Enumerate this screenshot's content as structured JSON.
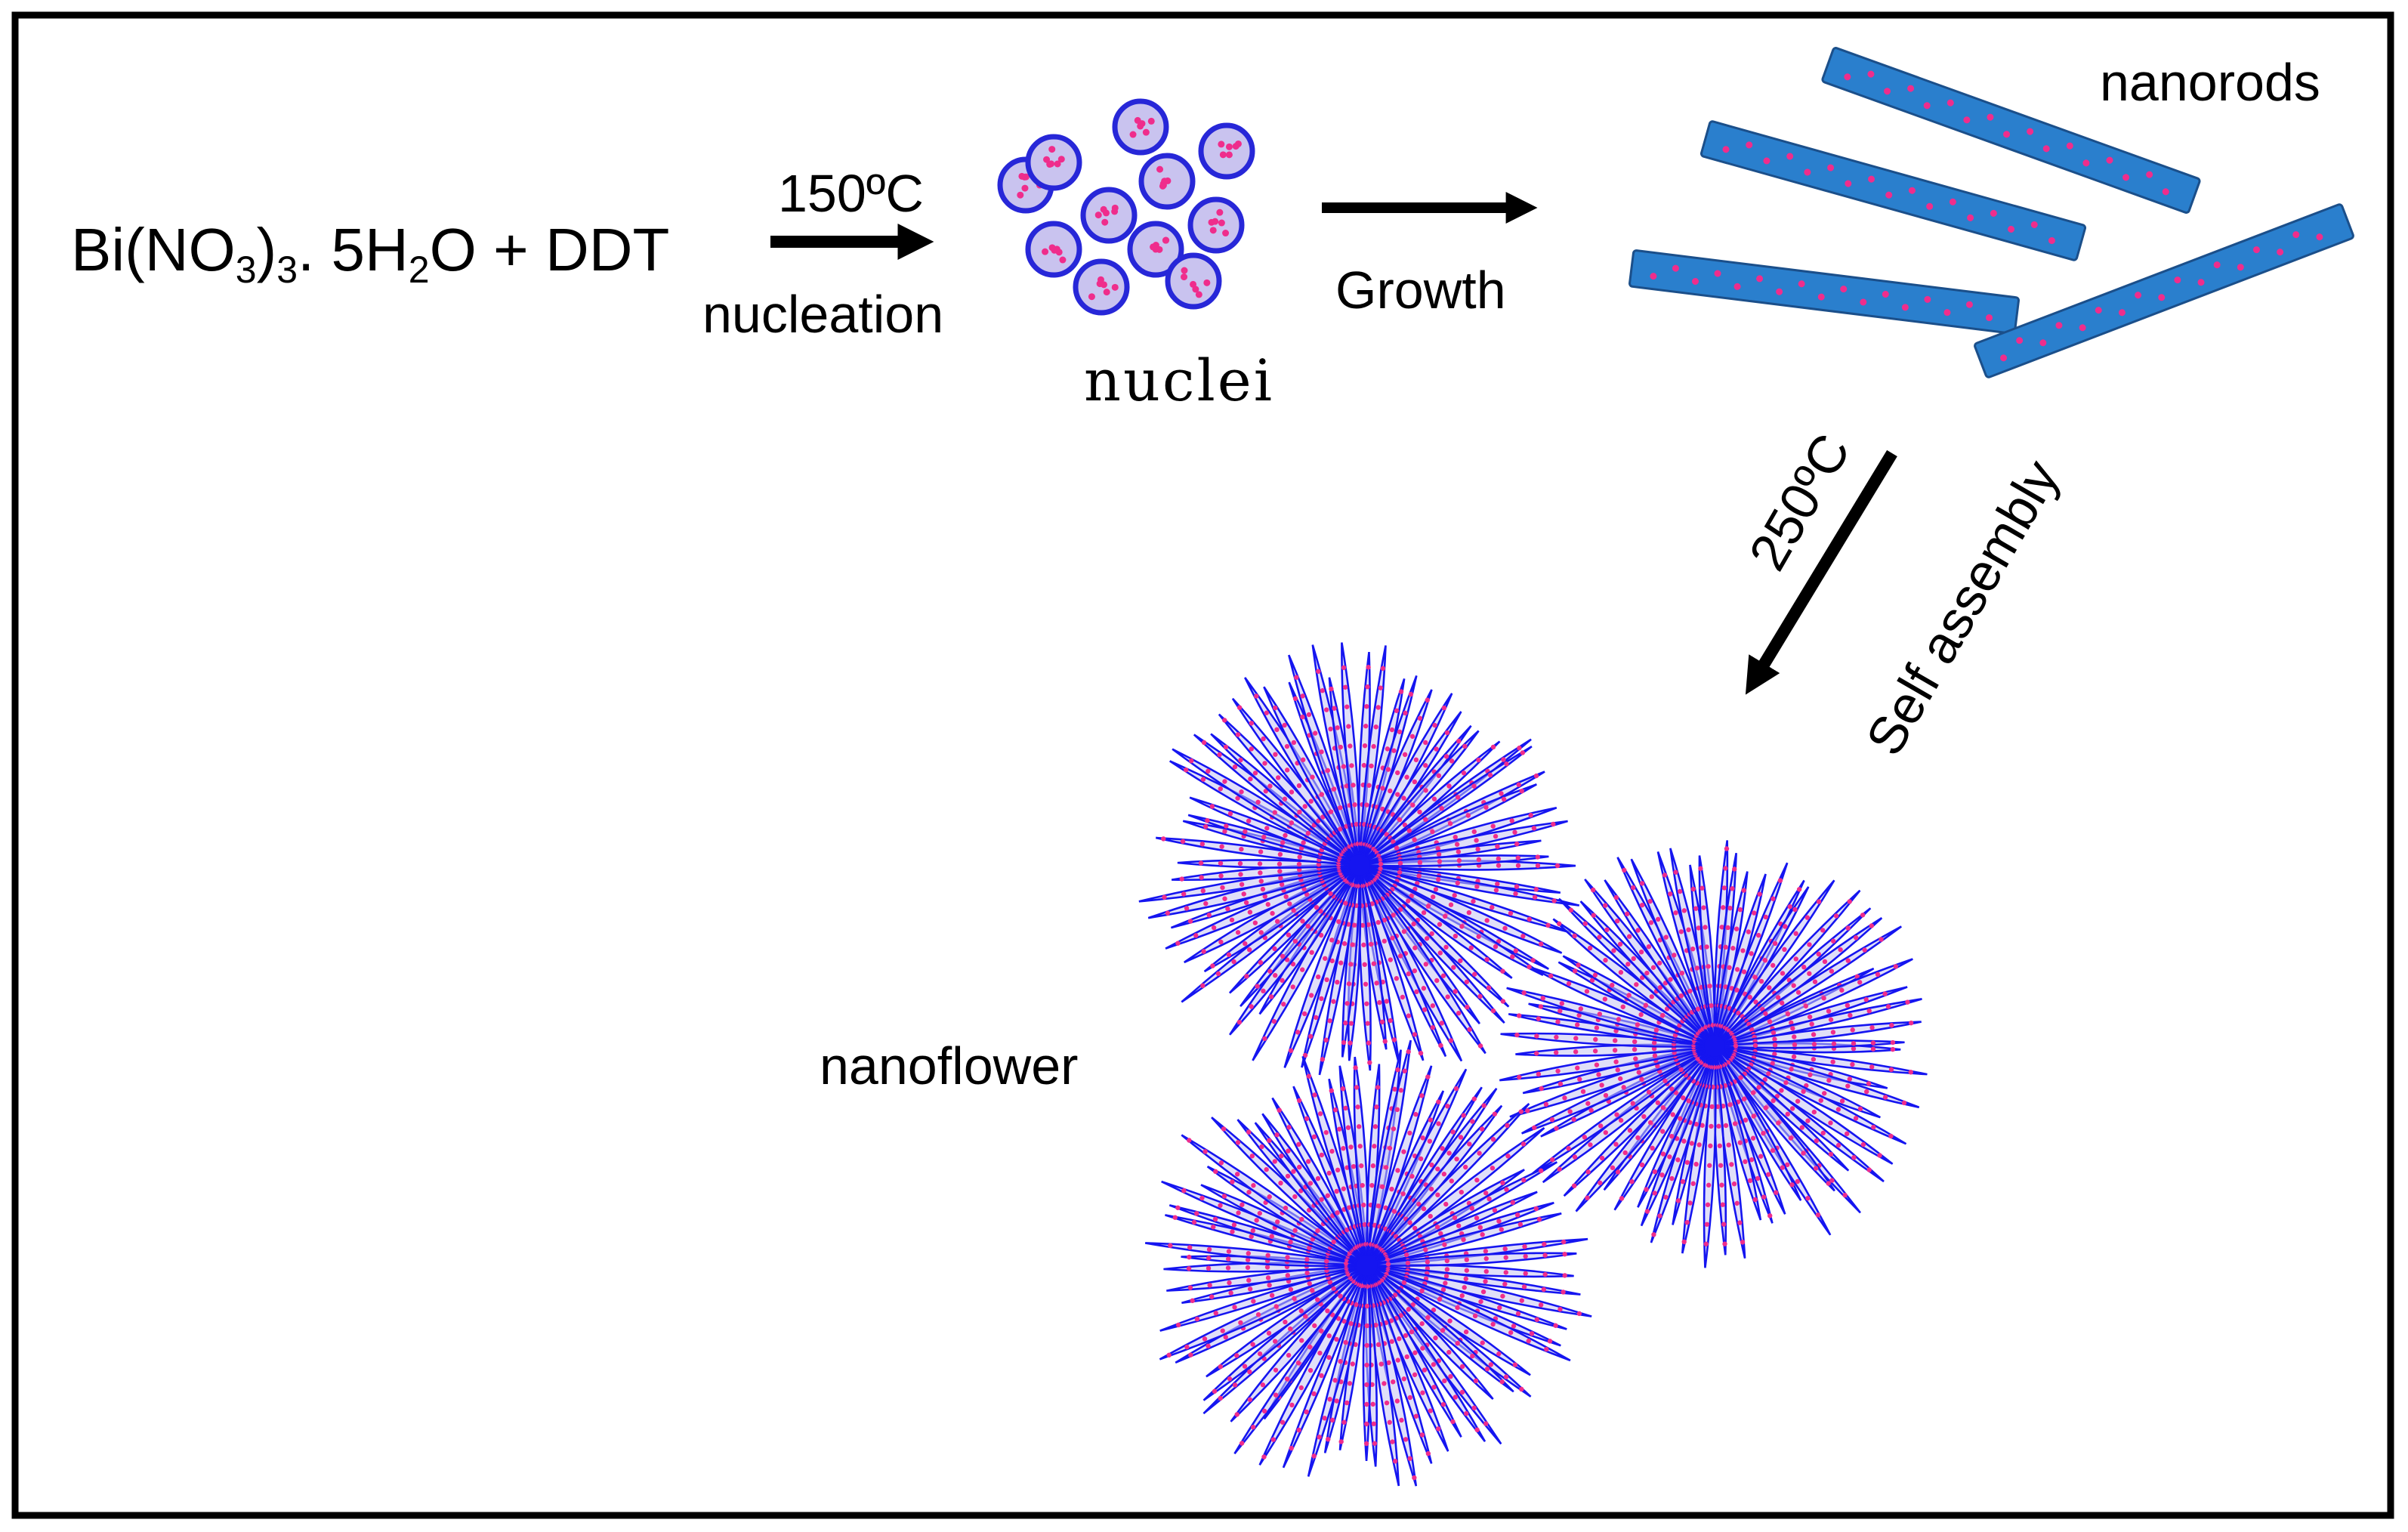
{
  "reaction": {
    "bi": "Bi(NO",
    "sub3a": "3",
    "close": ")",
    "sub3b": "3",
    "water_prefix": ". 5H",
    "sub2": "2",
    "water_suffix": "O + DDT"
  },
  "step1": {
    "temperature": "150ºC",
    "label": "nucleation"
  },
  "nuclei_label": "nuclei",
  "step2_label": "Growth",
  "nanorods_label": "nanorods",
  "step3": {
    "temperature": "250ºC",
    "label": "Self assembly"
  },
  "nanoflower_label": "nanoflower",
  "colors": {
    "frame": "#000000",
    "nucleus_fill": "#c9c3ef",
    "nucleus_stroke": "#2727d8",
    "dot": "#ef2d8c",
    "rod_fill": "#2a7fcd",
    "rod_stroke": "#1b4f8a",
    "petal_fill": "#c7c4f2",
    "petal_stroke": "#1515f0"
  }
}
